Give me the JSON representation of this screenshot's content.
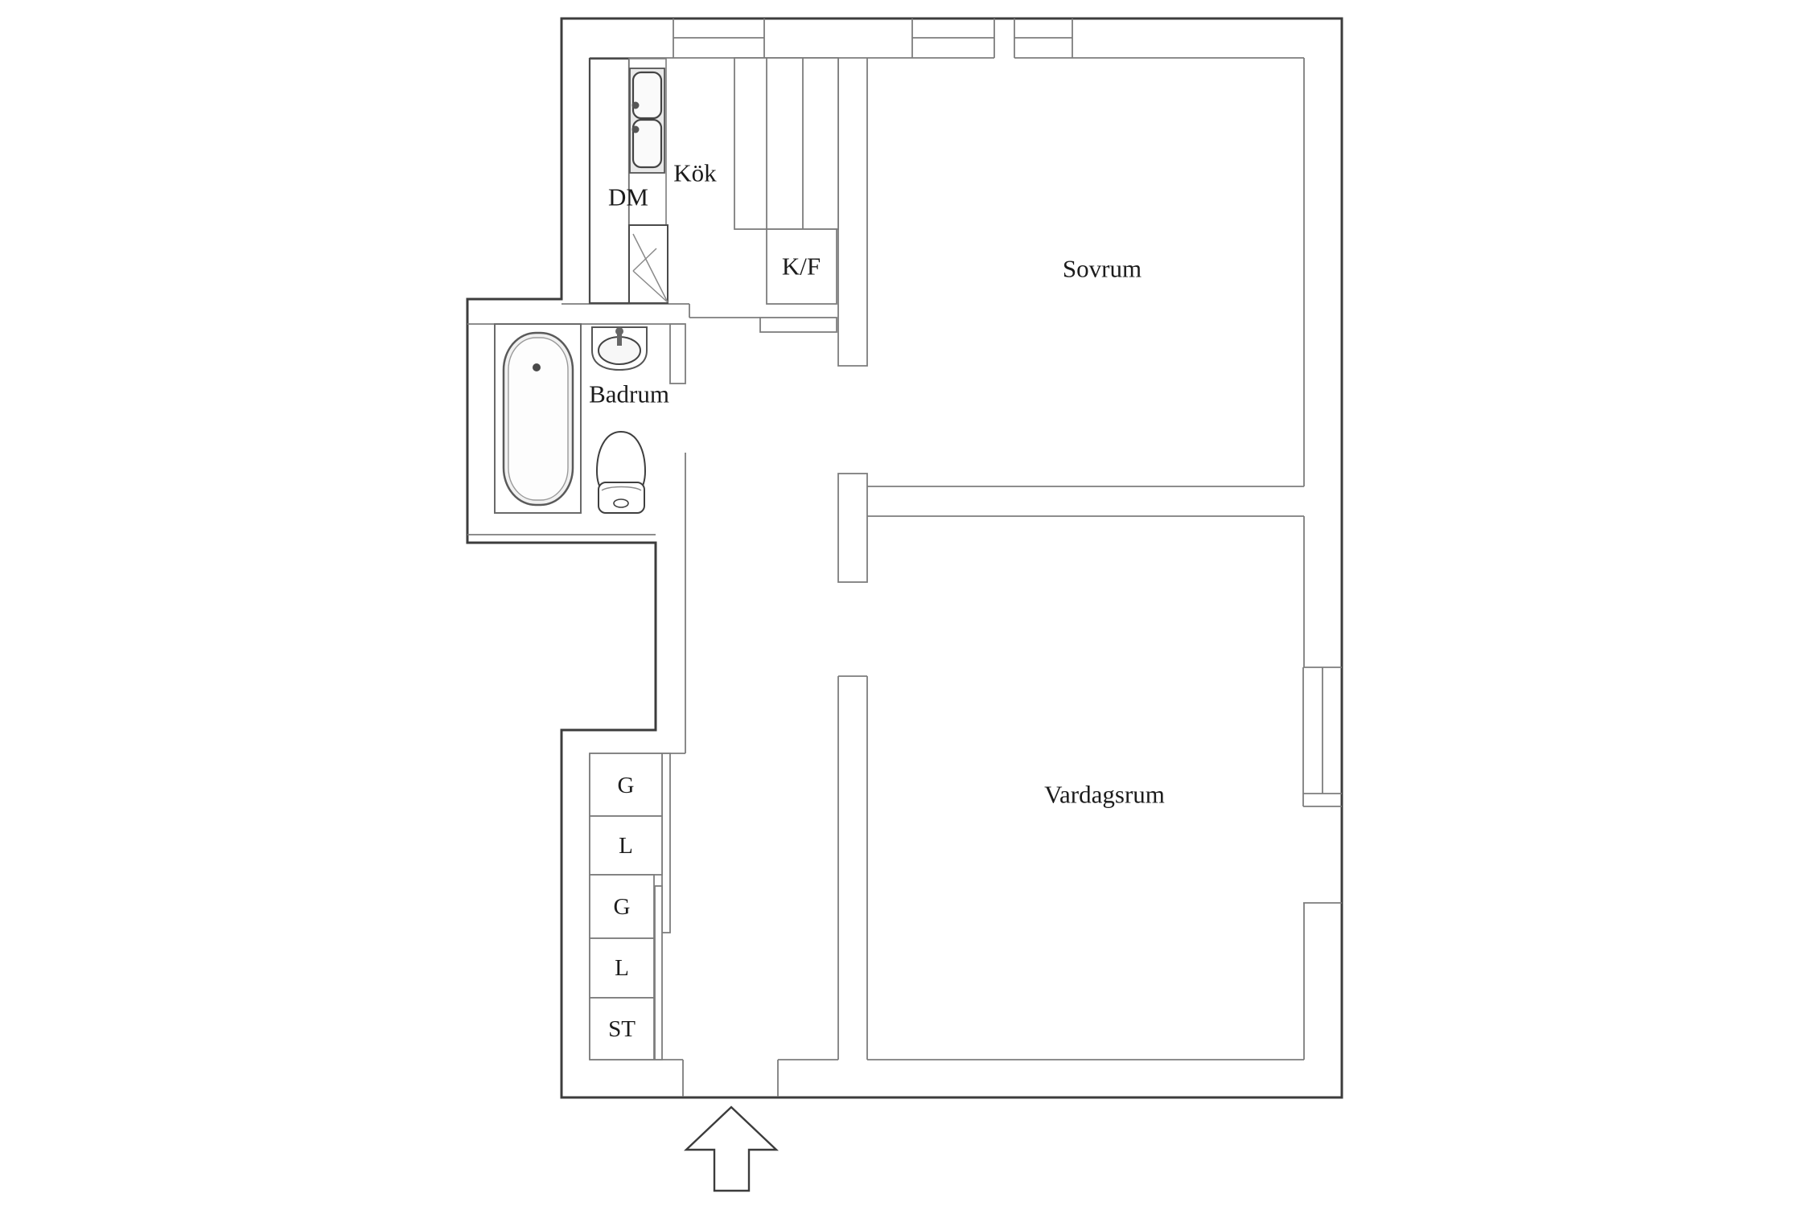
{
  "rooms": {
    "kitchen": "Kök",
    "bedroom": "Sovrum",
    "bathroom": "Badrum",
    "living_room": "Vardagsrum"
  },
  "appliances": {
    "dishwasher": "DM",
    "fridge_freezer": "K/F"
  },
  "storage": [
    "G",
    "L",
    "G",
    "L",
    "ST"
  ],
  "colors": {
    "outer_wall": "#3c3c3c",
    "inner_wall": "#7d7d7d",
    "fixture": "#4a4a4a",
    "text": "#1c1c1c",
    "background": "#ffffff"
  }
}
